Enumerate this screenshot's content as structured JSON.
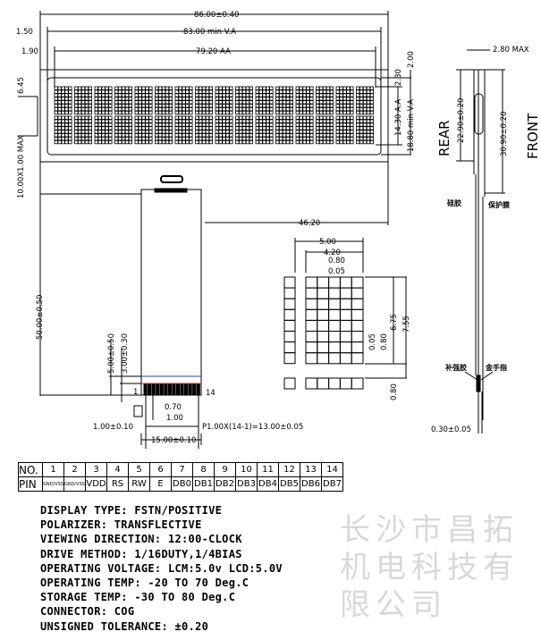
{
  "watermark": "长沙市昌拓机电科技有限公司",
  "dims": {
    "outer_width": "86.00±0.40",
    "va_width": "83.00 min V.A",
    "aa_width": "79.20 AA",
    "left_1": "1.50",
    "left_2": "1.90",
    "d_6_45": "6.45",
    "thickness": "10.00X1.00 MAX",
    "r_2_30": "2.30",
    "r_2_00": "2.00",
    "aa_height": "14.30 A.A",
    "va_height": "18.80 min V.A",
    "fpc_offset": "46.20",
    "fpc_length": "50.00±0.50",
    "d_5_00": "5.00±0.50",
    "d_3_00": "3.00±0.30",
    "pin_first": "1",
    "pin_last": "14",
    "pin_w": "0.70",
    "pin_pitch": "1.00",
    "d_1_00": "1.00±0.10",
    "pitch_total": "P1.00X(14-1)=13.00±0.05",
    "fpc_width": "15.00±0.10",
    "char_5_00": "5.00",
    "char_4_20": "4.20",
    "char_0_80": "0.80",
    "char_0_05": "0.05",
    "char_h_0_05": "0.05",
    "char_h_0_80": "0.80",
    "char_6_75": "6.75",
    "char_7_55": "7.55",
    "char_gap_0_80": "0.80",
    "side_2_80": "2.80 MAX",
    "side_22_90": "22.90±0.20",
    "side_30_90": "30.90±0.20",
    "side_0_30": "0.30±0.05",
    "rear": "REAR",
    "front": "FRONT",
    "cn_left_top": "硅胶",
    "cn_right_top": "保护膜",
    "cn_left_bottom": "补强胶",
    "cn_right_bottom": "金手指"
  },
  "pin_table": {
    "no_label": "NO.",
    "pin_label": "PIN",
    "numbers": [
      "1",
      "2",
      "3",
      "4",
      "5",
      "6",
      "7",
      "8",
      "9",
      "10",
      "11",
      "12",
      "13",
      "14"
    ],
    "pins": [
      "GND/VSS",
      "GND/VSS",
      "VDD",
      "RS",
      "RW",
      "E",
      "DB0",
      "DB1",
      "DB2",
      "DB3",
      "DB4",
      "DB5",
      "DB6",
      "DB7"
    ]
  },
  "specs": [
    "DISPLAY TYPE: FSTN/POSITIVE",
    "POLARIZER: TRANSFLECTIVE",
    "VIEWING DIRECTION: 12:00-CLOCK",
    "DRIVE METHOD: 1/16DUTY,1/4BIAS",
    "OPERATING VOLTAGE: LCM:5.0v LCD:5.0V",
    "OPERATING TEMP: -20 TO 70 Deg.C",
    "STORAGE TEMP: -30 TO 80 Deg.C",
    "CONNECTOR: COG",
    "UNSIGNED TOLERANCE: ±0.20"
  ]
}
